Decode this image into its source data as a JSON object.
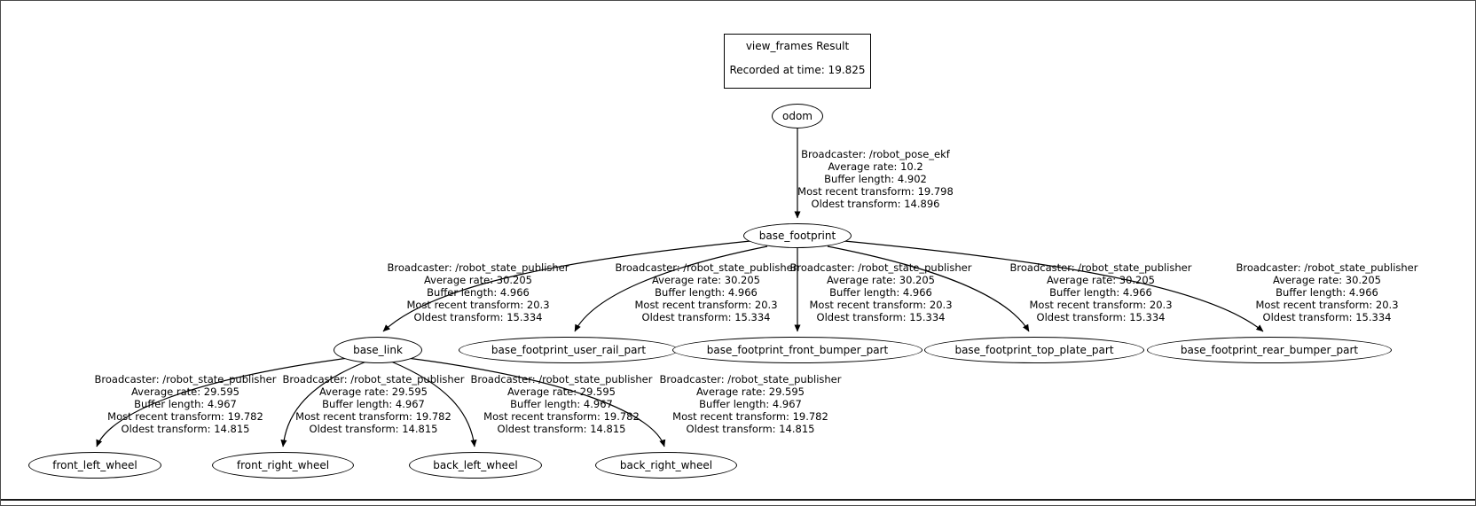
{
  "canvas": {
    "background": "#ffffff",
    "border_color": "#4a4a4a",
    "edge_color": "#000000"
  },
  "title_box": {
    "title": "view_frames Result",
    "subtitle": "Recorded at time: 19.825"
  },
  "nodes": [
    {
      "id": "odom",
      "label": "odom"
    },
    {
      "id": "base_footprint",
      "label": "base_footprint"
    },
    {
      "id": "base_link",
      "label": "base_link"
    },
    {
      "id": "base_footprint_user_rail_part",
      "label": "base_footprint_user_rail_part"
    },
    {
      "id": "base_footprint_front_bumper_part",
      "label": "base_footprint_front_bumper_part"
    },
    {
      "id": "base_footprint_top_plate_part",
      "label": "base_footprint_top_plate_part"
    },
    {
      "id": "base_footprint_rear_bumper_part",
      "label": "base_footprint_rear_bumper_part"
    },
    {
      "id": "front_left_wheel",
      "label": "front_left_wheel"
    },
    {
      "id": "front_right_wheel",
      "label": "front_right_wheel"
    },
    {
      "id": "back_left_wheel",
      "label": "back_left_wheel"
    },
    {
      "id": "back_right_wheel",
      "label": "back_right_wheel"
    }
  ],
  "edges": [
    {
      "from": "odom",
      "to": "base_footprint",
      "lines": [
        "Broadcaster: /robot_pose_ekf",
        "Average rate: 10.2",
        "Buffer length: 4.902",
        "Most recent transform: 19.798",
        "Oldest transform: 14.896"
      ]
    },
    {
      "from": "base_footprint",
      "to": "base_link",
      "lines": [
        "Broadcaster: /robot_state_publisher",
        "Average rate: 30.205",
        "Buffer length: 4.966",
        "Most recent transform: 20.3",
        "Oldest transform: 15.334"
      ]
    },
    {
      "from": "base_footprint",
      "to": "base_footprint_user_rail_part",
      "lines": [
        "Broadcaster: /robot_state_publisher",
        "Average rate: 30.205",
        "Buffer length: 4.966",
        "Most recent transform: 20.3",
        "Oldest transform: 15.334"
      ]
    },
    {
      "from": "base_footprint",
      "to": "base_footprint_front_bumper_part",
      "lines": [
        "Broadcaster: /robot_state_publisher",
        "Average rate: 30.205",
        "Buffer length: 4.966",
        "Most recent transform: 20.3",
        "Oldest transform: 15.334"
      ]
    },
    {
      "from": "base_footprint",
      "to": "base_footprint_top_plate_part",
      "lines": [
        "Broadcaster: /robot_state_publisher",
        "Average rate: 30.205",
        "Buffer length: 4.966",
        "Most recent transform: 20.3",
        "Oldest transform: 15.334"
      ]
    },
    {
      "from": "base_footprint",
      "to": "base_footprint_rear_bumper_part",
      "lines": [
        "Broadcaster: /robot_state_publisher",
        "Average rate: 30.205",
        "Buffer length: 4.966",
        "Most recent transform: 20.3",
        "Oldest transform: 15.334"
      ]
    },
    {
      "from": "base_link",
      "to": "front_left_wheel",
      "lines": [
        "Broadcaster: /robot_state_publisher",
        "Average rate: 29.595",
        "Buffer length: 4.967",
        "Most recent transform: 19.782",
        "Oldest transform: 14.815"
      ]
    },
    {
      "from": "base_link",
      "to": "front_right_wheel",
      "lines": [
        "Broadcaster: /robot_state_publisher",
        "Average rate: 29.595",
        "Buffer length: 4.967",
        "Most recent transform: 19.782",
        "Oldest transform: 14.815"
      ]
    },
    {
      "from": "base_link",
      "to": "back_left_wheel",
      "lines": [
        "Broadcaster: /robot_state_publisher",
        "Average rate: 29.595",
        "Buffer length: 4.967",
        "Most recent transform: 19.782",
        "Oldest transform: 14.815"
      ]
    },
    {
      "from": "base_link",
      "to": "back_right_wheel",
      "lines": [
        "Broadcaster: /robot_state_publisher",
        "Average rate: 29.595",
        "Buffer length: 4.967",
        "Most recent transform: 19.782",
        "Oldest transform: 14.815"
      ]
    }
  ]
}
